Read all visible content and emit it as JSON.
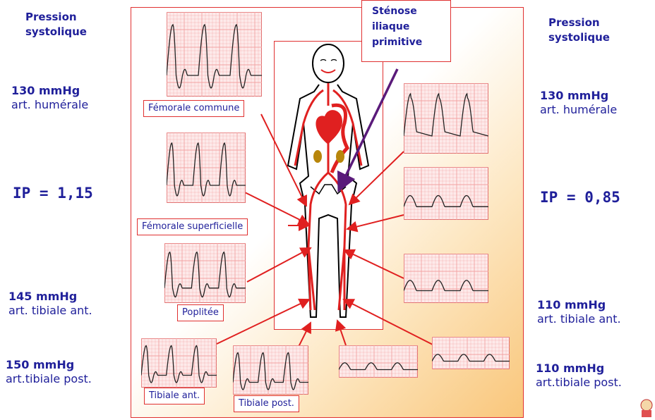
{
  "left": {
    "header_line1": "Pression",
    "header_line2": "systolique",
    "humerale_value": "130 mmHg",
    "humerale_label": "art. humérale",
    "ip": "IP = 1,15",
    "tibiale_ant_value": "145 mmHg",
    "tibiale_ant_label": "art. tibiale ant.",
    "tibiale_post_value": "150 mmHg",
    "tibiale_post_label": "art.tibiale post."
  },
  "right": {
    "header_line1": "Pression",
    "header_line2": "systolique",
    "humerale_value": "130 mmHg",
    "humerale_label": "art. humérale",
    "ip": "IP = 0,85",
    "tibiale_ant_value": "110 mmHg",
    "tibiale_ant_label": "art. tibiale ant.",
    "tibiale_post_value": "110 mmHg",
    "tibiale_post_label": "art.tibiale post."
  },
  "stenose": {
    "line1": "Sténose",
    "line2": "iliaque",
    "line3": "primitive"
  },
  "labels": {
    "femorale_commune": "Fémorale commune",
    "femorale_superficielle": "Fémorale superficielle",
    "poplitee": "Poplitée",
    "tibiale_ant": "Tibiale ant.",
    "tibiale_post": "Tibiale post."
  },
  "colors": {
    "text": "#1f1f9a",
    "artery": "#e02020",
    "grid": "#f2a3a3",
    "arrow": "#5a1a7a"
  },
  "waveforms": {
    "femorale_commune": "triphasic",
    "femorale_superficielle": "triphasic",
    "poplitee": "triphasic",
    "tibiale_ant": "triphasic",
    "tibiale_post": "triphasic",
    "right_femorale_commune": "biphasic",
    "right_femorale_superficielle": "monophasic-damped",
    "right_poplitee": "monophasic-damped",
    "right_tibiale_ant": "monophasic-damped",
    "right_tibiale_post": "monophasic-damped"
  }
}
